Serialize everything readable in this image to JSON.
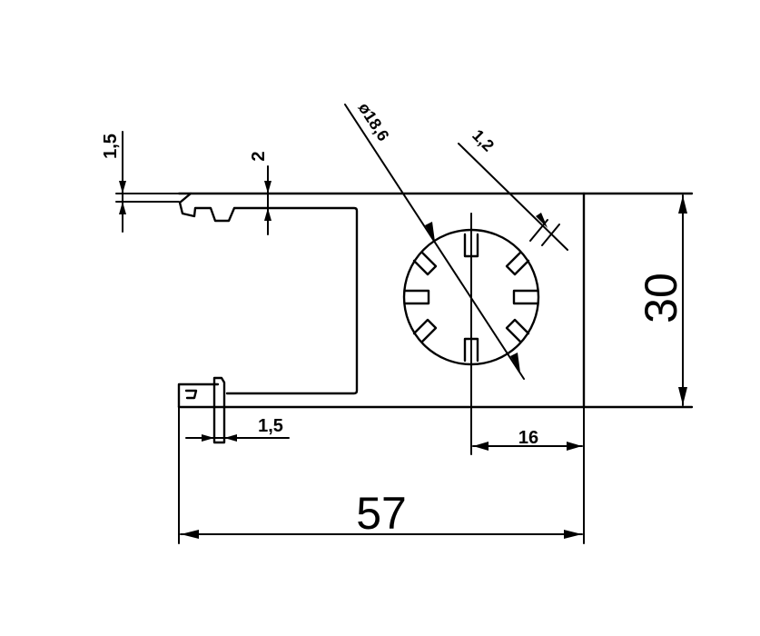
{
  "dimensions": {
    "overall_width": "57",
    "overall_height": "30",
    "hole_offset": "16",
    "hole_diameter": "ø18,6",
    "slot_width": "1,2",
    "top_thickness": "1,5",
    "lip_height": "2",
    "bottom_lip_thickness": "1,5"
  },
  "colors": {
    "line": "#000000",
    "background": "#ffffff"
  }
}
